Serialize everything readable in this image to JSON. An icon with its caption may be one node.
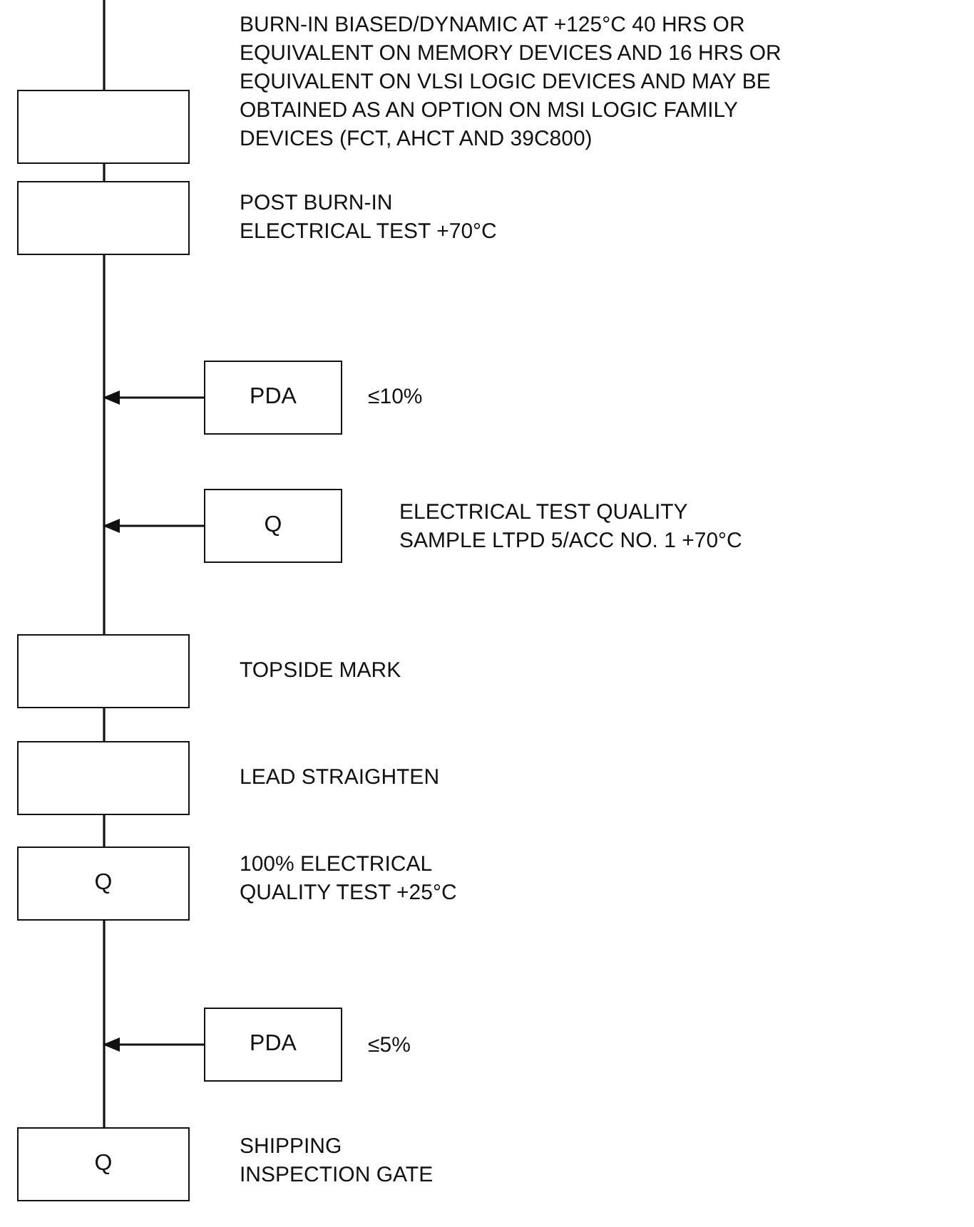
{
  "diagram": {
    "nodes": [
      {
        "text": [],
        "shape": "box",
        "beside": [
          "BURN-IN BIASED/DYNAMIC AT +125°C 40 HRS OR EQUIVALENT ON MEMORY DEVICES AND 16 HRS OR EQUIVALENT ON VLSI LOGIC DEVICES AND MAY BE OBTAINED AS AN OPTION ON MSI LOGIC FAMILY DEVICES (FCT, AHCT AND 39C800)"
        ]
      },
      {
        "text": [],
        "shape": "box",
        "beside": [
          "POST BURN-IN ELECTRICAL TEST +70°C"
        ]
      },
      {
        "text": [
          "PDA"
        ],
        "beside": [
          "≤10%"
        ]
      },
      {
        "text": [
          "Q"
        ],
        "beside": [
          "ELECTRICAL TEST QUALITY SAMPLE LTPD 5/ACC NO. 1 +70°C"
        ]
      },
      {
        "text": [],
        "shape": "box",
        "beside": [
          "TOPSIDE MARK"
        ]
      },
      {
        "text": [],
        "shape": "box",
        "beside": [
          "LEAD STRAIGHTEN"
        ]
      },
      {
        "text": [
          "Q"
        ],
        "beside": [
          "100% ELECTRICAL QUALITY TEST +25°C"
        ]
      },
      {
        "text": [
          "PDA"
        ],
        "beside": [
          "≤5%"
        ]
      },
      {
        "text": [
          "Q"
        ],
        "beside": [
          "SHIPPING INSPECTION GATE"
        ]
      }
    ],
    "edges": [
      {
        "from": null,
        "to": 0,
        "arrow": "none"
      },
      {
        "from": 0,
        "to": 1,
        "arrow": "none"
      },
      {
        "from": 1,
        "to": 4,
        "arrow": "none"
      },
      {
        "from": 2,
        "to": null,
        "arrow": "to"
      },
      {
        "from": 3,
        "to": null,
        "arrow": "to"
      },
      {
        "from": 4,
        "to": 5,
        "arrow": "none"
      },
      {
        "from": 5,
        "to": 6,
        "arrow": "none"
      },
      {
        "from": 6,
        "to": 8,
        "arrow": "none"
      },
      {
        "from": 7,
        "to": null,
        "arrow": "to"
      }
    ]
  }
}
